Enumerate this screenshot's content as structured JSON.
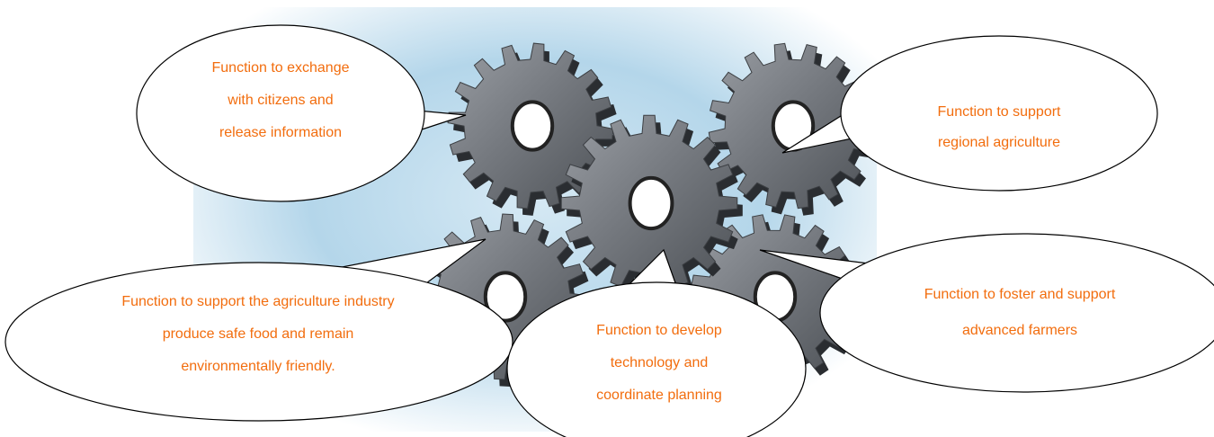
{
  "bubbles": {
    "exchange": {
      "lines": [
        "Function to exchange",
        "with citizens and",
        "release information"
      ]
    },
    "regional": {
      "lines": [
        "Function to support",
        "regional agriculture"
      ]
    },
    "industry": {
      "lines": [
        "Function to support the agriculture industry",
        "produce safe food and remain",
        "environmentally friendly."
      ]
    },
    "technology": {
      "lines": [
        "Function to develop",
        "technology and",
        "coordinate planning"
      ]
    },
    "farmers": {
      "lines": [
        "Function to foster and support",
        "advanced farmers"
      ]
    }
  },
  "colors": {
    "text": "#f26d0e",
    "bubble_fill": "#ffffff",
    "bubble_stroke": "#000000",
    "gear": "#6e7278",
    "sky": "#a9cde3"
  },
  "icons": [
    "gear-icon"
  ]
}
